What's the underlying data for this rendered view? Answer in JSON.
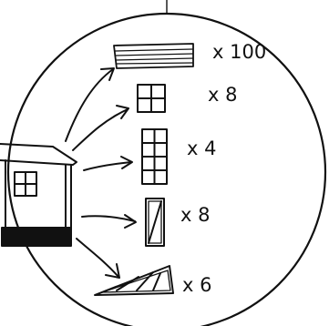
{
  "diagram": {
    "colors": {
      "ink": "#111111",
      "paper": "#ffffff"
    },
    "source": {
      "name": "house-wall",
      "description_icon": "house-icon"
    },
    "components": [
      {
        "icon": "plank-stack-icon",
        "quantity_label": "x 100",
        "quantity": 100
      },
      {
        "icon": "square-window-icon",
        "quantity_label": "x 8",
        "quantity": 8
      },
      {
        "icon": "tall-window-icon",
        "quantity_label": "x 4",
        "quantity": 4
      },
      {
        "icon": "braced-panel-icon",
        "quantity_label": "x 8",
        "quantity": 8
      },
      {
        "icon": "truss-icon",
        "quantity_label": "x 6",
        "quantity": 6
      }
    ]
  }
}
